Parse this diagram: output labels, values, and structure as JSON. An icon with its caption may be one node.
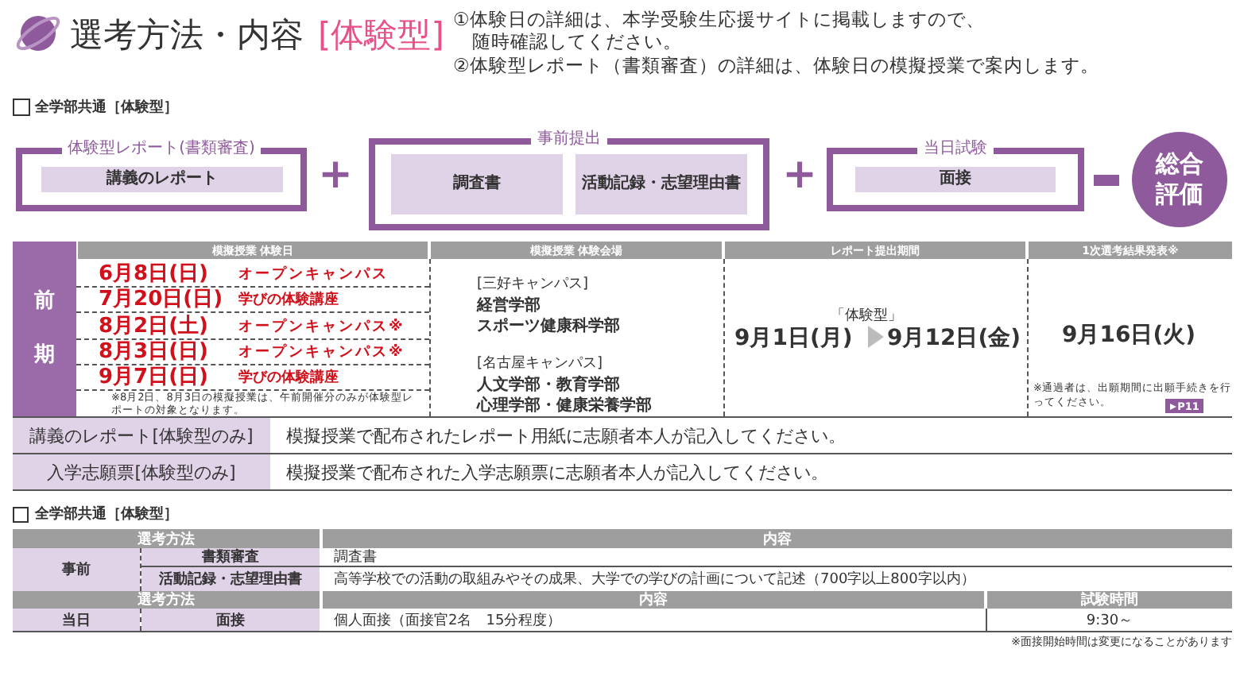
{
  "diagram": {
    "title": "選考方法・内容",
    "nodes": [
      {
        "text": [
          "体験型レポート(書類審査)"
        ]
      },
      {
        "text": [
          "講義のレポート"
        ],
        "in": 0
      },
      {
        "text": [
          "事前提出"
        ]
      },
      {
        "text": [
          "調査書"
        ],
        "in": 2
      },
      {
        "text": [
          "活動記録・志望理由書"
        ],
        "in": 2
      },
      {
        "text": [
          "当日試験"
        ]
      },
      {
        "text": [
          "面接"
        ],
        "in": 5
      },
      {
        "text": [
          "総合評価"
        ]
      }
    ],
    "labels": [
      "[体験型]",
      "①体験日の詳細は、本学受験生応援サイトに掲載しますので、随時確認してください。",
      "②体験型レポート（書類審査）の詳細は、体験日の模擬授業で案内します。",
      "全学部共通［体験型］",
      "+",
      "+",
      "前期",
      "模擬授業 体験日",
      "模擬授業 体験会場",
      "レポート提出期間",
      "1次選考結果発表※",
      "6月8日(日)",
      "オープンキャンパス",
      "7月20日(日)",
      "学びの体験講座",
      "8月2日(土)",
      "オープンキャンパス※",
      "8月3日(日)",
      "オープンキャンパス※",
      "9月7日(日)",
      "学びの体験講座",
      "※8月2日、8月3日の模擬授業は、午前開催分のみが体験型レポートの対象となります。",
      "[三好キャンパス]",
      "経営学部",
      "スポーツ健康科学部",
      "[名古屋キャンパス]",
      "人文学部・教育学部",
      "心理学部・健康栄養学部",
      "「体験型」",
      "9月1日(月)",
      "9月12日(金)",
      "9月16日(火)",
      "※通過者は、出願期間に出願手続きを行ってください。",
      "P11",
      "講義のレポート[体験型のみ]",
      "模擬授業で配布されたレポート用紙に志願者本人が記入してください。",
      "入学志願票[体験型のみ]",
      "模擬授業で配布された入学志願票に志願者本人が記入してください。",
      "全学部共通［体験型］",
      "選考方法",
      "内容",
      "事前",
      "書類審査",
      "調査書",
      "活動記録・志望理由書",
      "高等学校での活動の取組みやその成果、大学での学びの計画について記述（700字以上800字以内）",
      "選考方法",
      "内容",
      "試験時間",
      "当日",
      "面接",
      "個人面接（面接官2名　15分程度）",
      "9:30～",
      "※面接開始時間は変更になることがあります"
    ]
  }
}
